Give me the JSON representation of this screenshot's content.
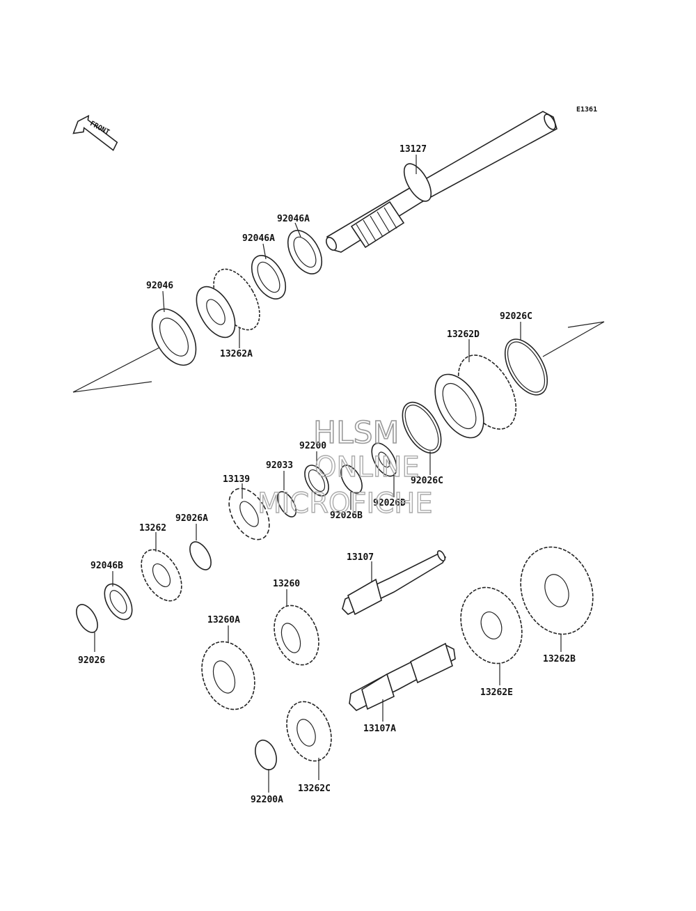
{
  "diagram_code": "E1361",
  "front_label": "FRONT",
  "watermark": {
    "line1": "HLSM",
    "line2": "ONLINE",
    "line3": "MICROFICHE"
  },
  "parts": {
    "p13127": "13127",
    "p92046A_1": "92046A",
    "p92046A_2": "92046A",
    "p92046": "92046",
    "p13262A": "13262A",
    "p92026C_1": "92026C",
    "p13262D": "13262D",
    "p92026C_2": "92026C",
    "p92200": "92200",
    "p92033": "92033",
    "p13139": "13139",
    "p92026D": "92026D",
    "p92026B": "92026B",
    "p92026A": "92026A",
    "p13262": "13262",
    "p92046B": "92046B",
    "p92026": "92026",
    "p13107": "13107",
    "p13260": "13260",
    "p13260A": "13260A",
    "p13262E": "13262E",
    "p13262B": "13262B",
    "p13107A": "13107A",
    "p13262C": "13262C",
    "p92200A": "92200A"
  }
}
